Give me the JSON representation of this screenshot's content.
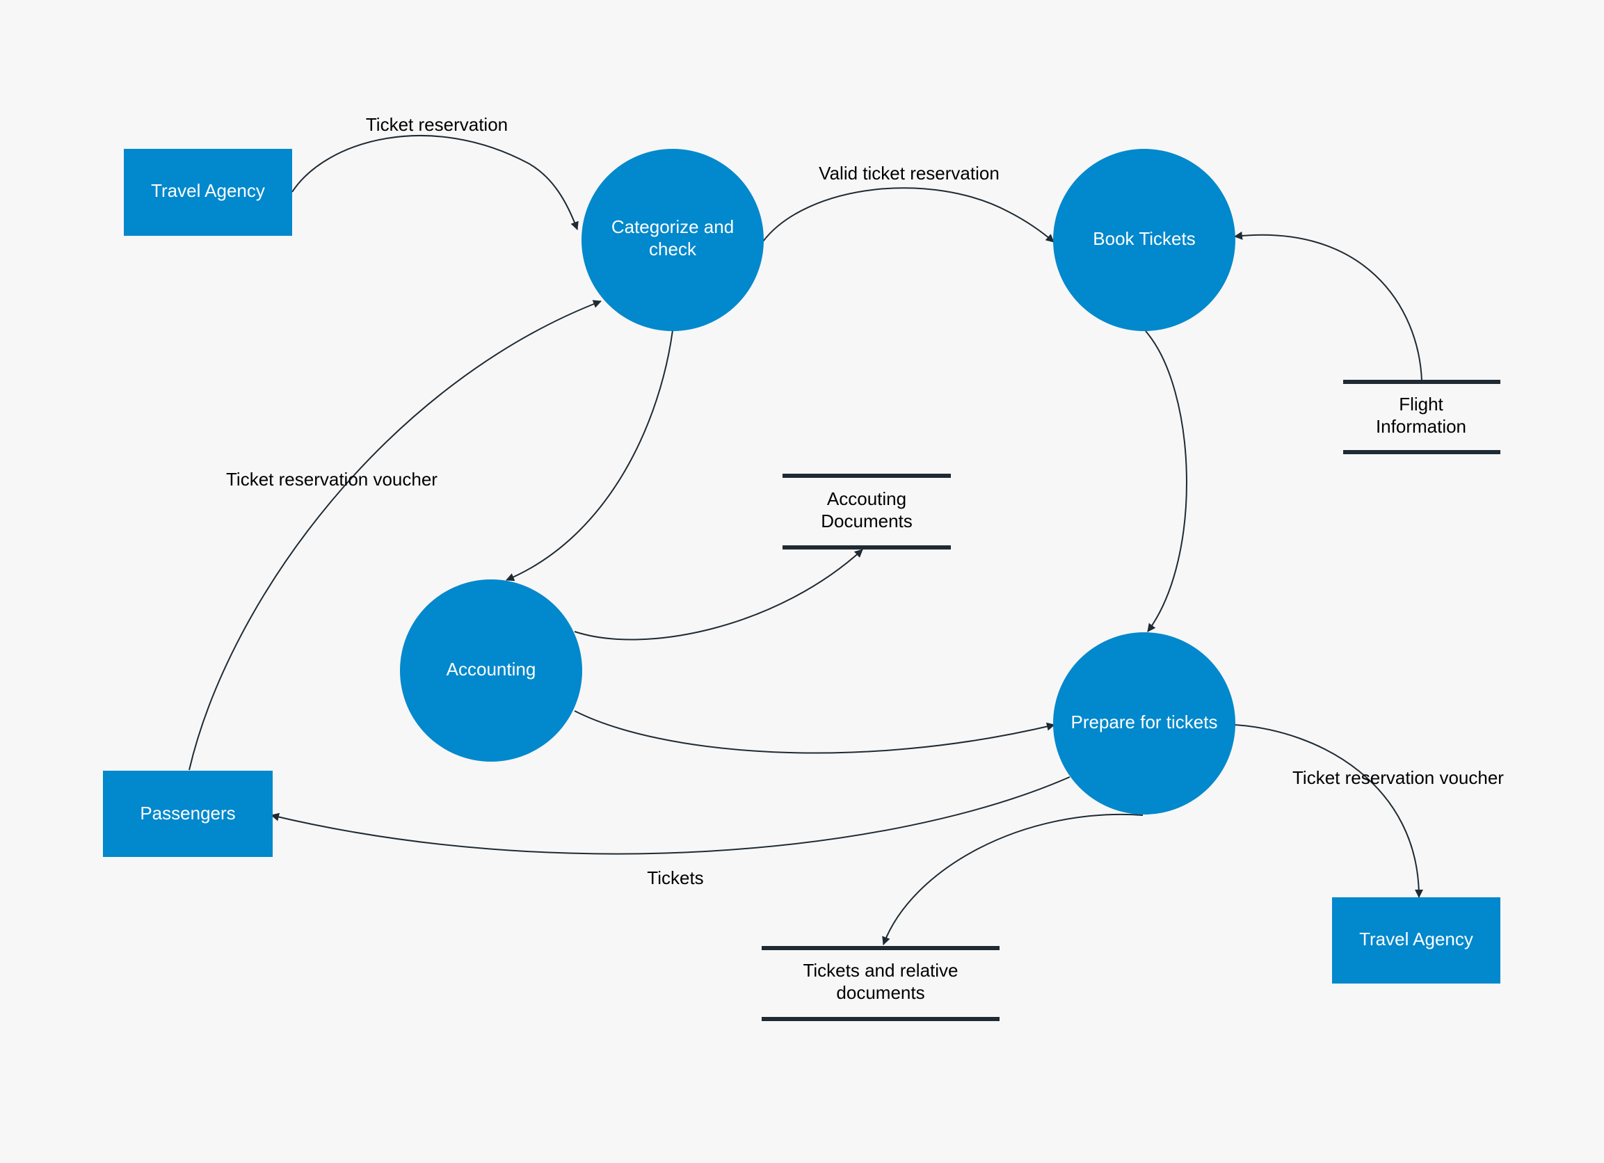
{
  "diagram": {
    "colors": {
      "background": "#f7f7f7",
      "node_fill": "#0288cc",
      "node_text": "#ffffff",
      "line": "#1f2a33",
      "label_text": "#000000"
    },
    "entities": {
      "travel_agency_top": "Travel Agency",
      "passengers": "Passengers",
      "travel_agency_bottom": "Travel Agency"
    },
    "processes": {
      "categorize": [
        "Categorize and",
        "check"
      ],
      "book_tickets": "Book Tickets",
      "accounting": "Accounting",
      "prepare": "Prepare for tickets"
    },
    "stores": {
      "flight_information": [
        "Flight",
        "Information"
      ],
      "accounting_documents": [
        "Accouting",
        "Documents"
      ],
      "tickets_documents": [
        "Tickets and relative",
        "documents"
      ]
    },
    "flows": {
      "ticket_reservation": "Ticket reservation",
      "valid_ticket_reservation": "Valid ticket reservation",
      "ticket_reservation_voucher_left": "Ticket reservation voucher",
      "tickets": "Tickets",
      "ticket_reservation_voucher_right": "Ticket reservation voucher"
    }
  }
}
